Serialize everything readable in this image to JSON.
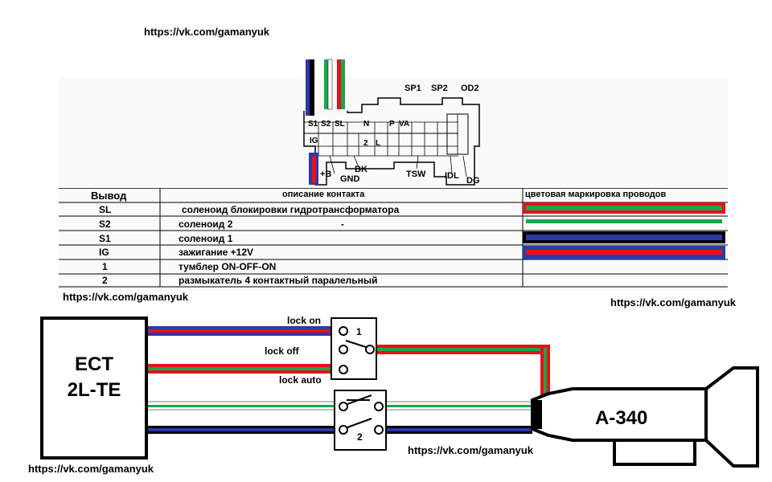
{
  "watermark": "https://vk.com/gamanyuk",
  "connector": {
    "top_labels": [
      "SP1",
      "SP2",
      "OD2"
    ],
    "pin_row1": [
      "S1",
      "S2",
      "SL",
      "N",
      "P",
      "VA"
    ],
    "pin_row2": [
      "IG",
      "2",
      "L"
    ],
    "bottom_labels": [
      "+B",
      "GND",
      "BK",
      "TSW",
      "IDL",
      "DG"
    ]
  },
  "table": {
    "headers": [
      "Вывод",
      "описание контакта",
      "цветовая маркировка проводов"
    ],
    "rows": [
      {
        "pin": "SL",
        "desc": "соленоид блокировки гидротрансформатора"
      },
      {
        "pin": "S2",
        "desc": "соленоид 2"
      },
      {
        "pin": "S1",
        "desc": "соленоид 1"
      },
      {
        "pin": "IG",
        "desc": "зажигание +12V"
      },
      {
        "pin": "1",
        "desc": "тумблер ON-OFF-ON"
      },
      {
        "pin": "2",
        "desc": "размыкатель 4 контактный паралельный"
      }
    ],
    "dash": "-"
  },
  "wiring": {
    "ecu_line1": "ECT",
    "ecu_line2": "2L-TE",
    "transmission": "A-340",
    "switch1_number": "1",
    "switch2_number": "2",
    "lock_on": "lock on",
    "lock_off": "lock off",
    "lock_auto": "lock auto"
  },
  "colors": {
    "red": "#e8101a",
    "green": "#19a64a",
    "blue": "#2a3aa8",
    "navy": "#1c2a8f",
    "black": "#000000"
  }
}
